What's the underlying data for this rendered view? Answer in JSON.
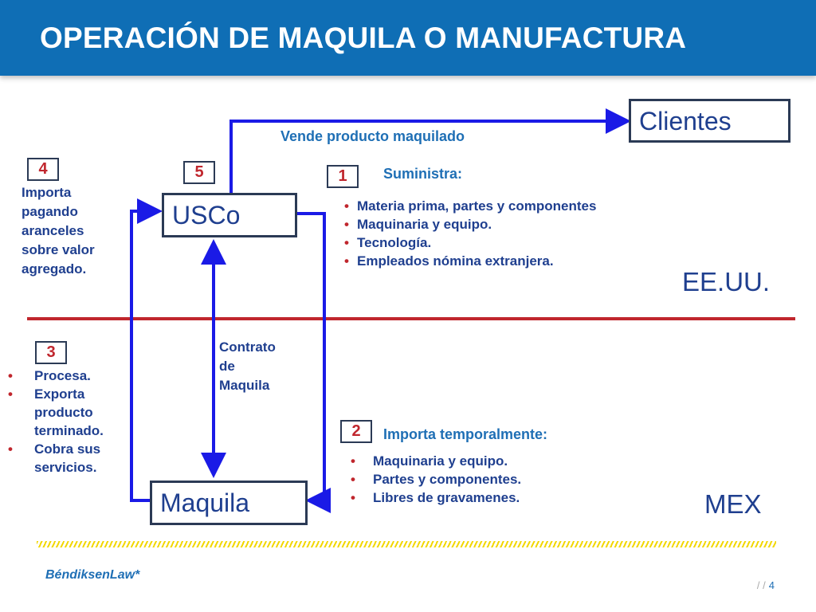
{
  "header": {
    "title": "OPERACIÓN DE MAQUILA O MANUFACTURA"
  },
  "boxes": {
    "clientes": "Clientes",
    "usco": "USCo",
    "maquila": "Maquila"
  },
  "regions": {
    "us": "EE.UU.",
    "mex": "MEX"
  },
  "labels": {
    "vende": "Vende producto maquilado",
    "contrato": [
      "Contrato",
      "de",
      "Maquila"
    ]
  },
  "steps": {
    "s1": {
      "number": "1",
      "heading": "Suministra:",
      "items": [
        "Materia prima, partes y componentes",
        "Maquinaria y equipo.",
        "Tecnología.",
        "Empleados nómina extranjera."
      ]
    },
    "s2": {
      "number": "2",
      "heading": "Importa temporalmente:",
      "items": [
        "Maquinaria y equipo.",
        "Partes y componentes.",
        "Libres de gravamenes."
      ]
    },
    "s3": {
      "number": "3",
      "items": [
        "Procesa.",
        "Exporta producto terminado.",
        "Cobra sus servicios."
      ]
    },
    "s4": {
      "number": "4",
      "lines": [
        "Importa",
        "pagando",
        "aranceles",
        "sobre valor",
        "agregado."
      ]
    },
    "s5": {
      "number": "5"
    }
  },
  "footer": {
    "brand": "BéndiksenLaw*",
    "separator": "/ /",
    "page": "4"
  },
  "colors": {
    "header": "#0f6eb5",
    "arrow": "#1a1ae6",
    "divider": "#c0262d",
    "text_dark": "#1f3f8f",
    "number": "#c0262d",
    "hatch": "#f2d700"
  }
}
